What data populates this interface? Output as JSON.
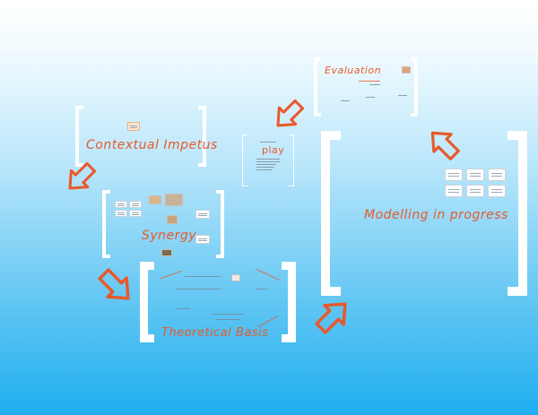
{
  "canvas": {
    "background_top": "#ffffff",
    "background_bottom": "#1eaef0",
    "accent_color": "#e8592a",
    "frame_color": "#ffffff"
  },
  "frames": {
    "contextual": {
      "title": "Contextual Impetus"
    },
    "synergy": {
      "title": "Synergy"
    },
    "theoretical": {
      "title": "Theoretical Basis"
    },
    "play": {
      "title": "play"
    },
    "evaluation": {
      "title": "Evaluation"
    },
    "modelling": {
      "title": "Modelling in progress"
    }
  },
  "arrows": [
    {
      "name": "arrow-to-synergy",
      "icon": "arrow-down-right-icon"
    },
    {
      "name": "arrow-to-theoretical",
      "icon": "arrow-down-right-icon"
    },
    {
      "name": "arrow-to-modelling",
      "icon": "arrow-up-right-icon"
    },
    {
      "name": "arrow-to-evaluation",
      "icon": "arrow-up-left-icon"
    },
    {
      "name": "arrow-to-play",
      "icon": "arrow-down-left-icon"
    }
  ]
}
